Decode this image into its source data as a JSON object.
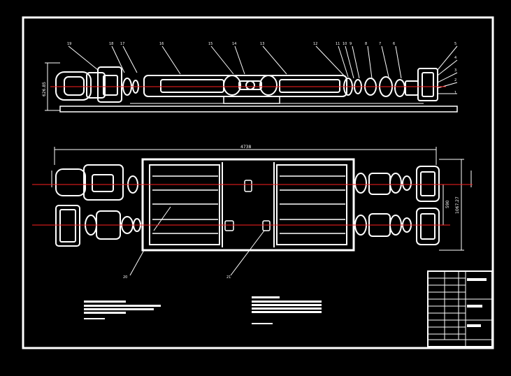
{
  "colors": {
    "background": "#000000",
    "linework": "#ffffff",
    "centerline": "#ff2020"
  },
  "side_view": {
    "part_labels": [
      "19",
      "18",
      "17",
      "16",
      "15",
      "14",
      "13",
      "12",
      "11",
      "10",
      "9",
      "8",
      "7",
      "6",
      "5",
      "4",
      "3",
      "2",
      "1"
    ],
    "height_dimension": "626.85"
  },
  "plan_view": {
    "length_dimension": "4738",
    "inner_width_dimension": "590",
    "outer_width_dimension": "1067.27",
    "part_labels": [
      "20",
      "21"
    ]
  }
}
